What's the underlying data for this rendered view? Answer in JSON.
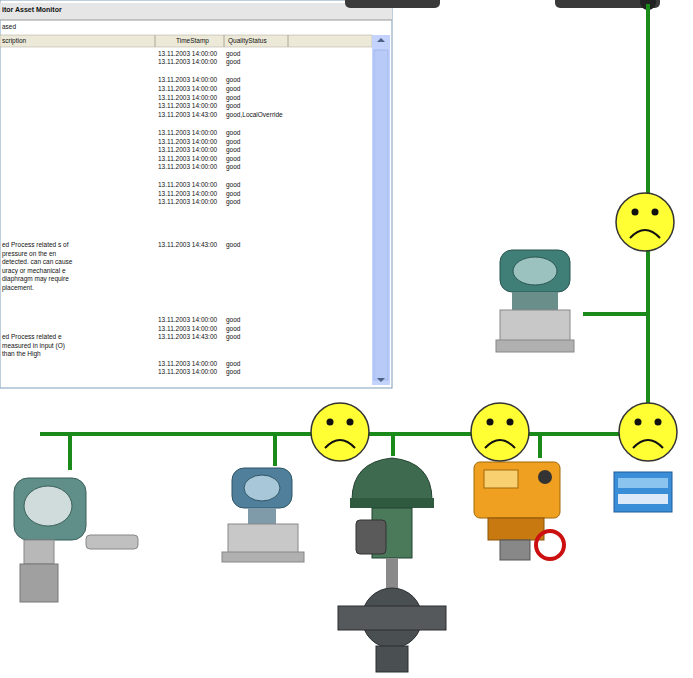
{
  "diagram": {
    "labels": [
      "itor Asset Monitor",
      "ased",
      "scription",
      "TimeStamp",
      "QualityStatus",
      "13.11.2003 14:00:00",
      "good",
      "13.11.2003 14:00:00",
      "good",
      "13.11.2003 14:00:00",
      "good",
      "13.11.2003 14:00:00",
      "good",
      "13.11.2003 14:00:00",
      "good",
      "13.11.2003 14:00:00",
      "good",
      "13.11.2003 14:43:00",
      "good,LocalOverride",
      "13.11.2003 14:00:00",
      "good",
      "13.11.2003 14:00:00",
      "good",
      "13.11.2003 14:00:00",
      "good",
      "13.11.2003 14:00:00",
      "good",
      "13.11.2003 14:00:00",
      "good",
      "13.11.2003 14:00:00",
      "good",
      "13.11.2003 14:00:00",
      "good",
      "13.11.2003 14:00:00",
      "good",
      "ed Process related s of pressure on the en detected. can can cause uracy or mechanical e diaphragm may require placement.",
      "13.11.2003 14:43:00",
      "good",
      "13.11.2003 14:00:00",
      "good",
      "13.11.2003 14:00:00",
      "good",
      "ed Process related e measured in input (O) than the High",
      "13.11.2003 14:43:00",
      "good",
      "13.11.2003 14:00:00",
      "good",
      "13.11.2003 14:00:00",
      "good"
    ]
  }
}
